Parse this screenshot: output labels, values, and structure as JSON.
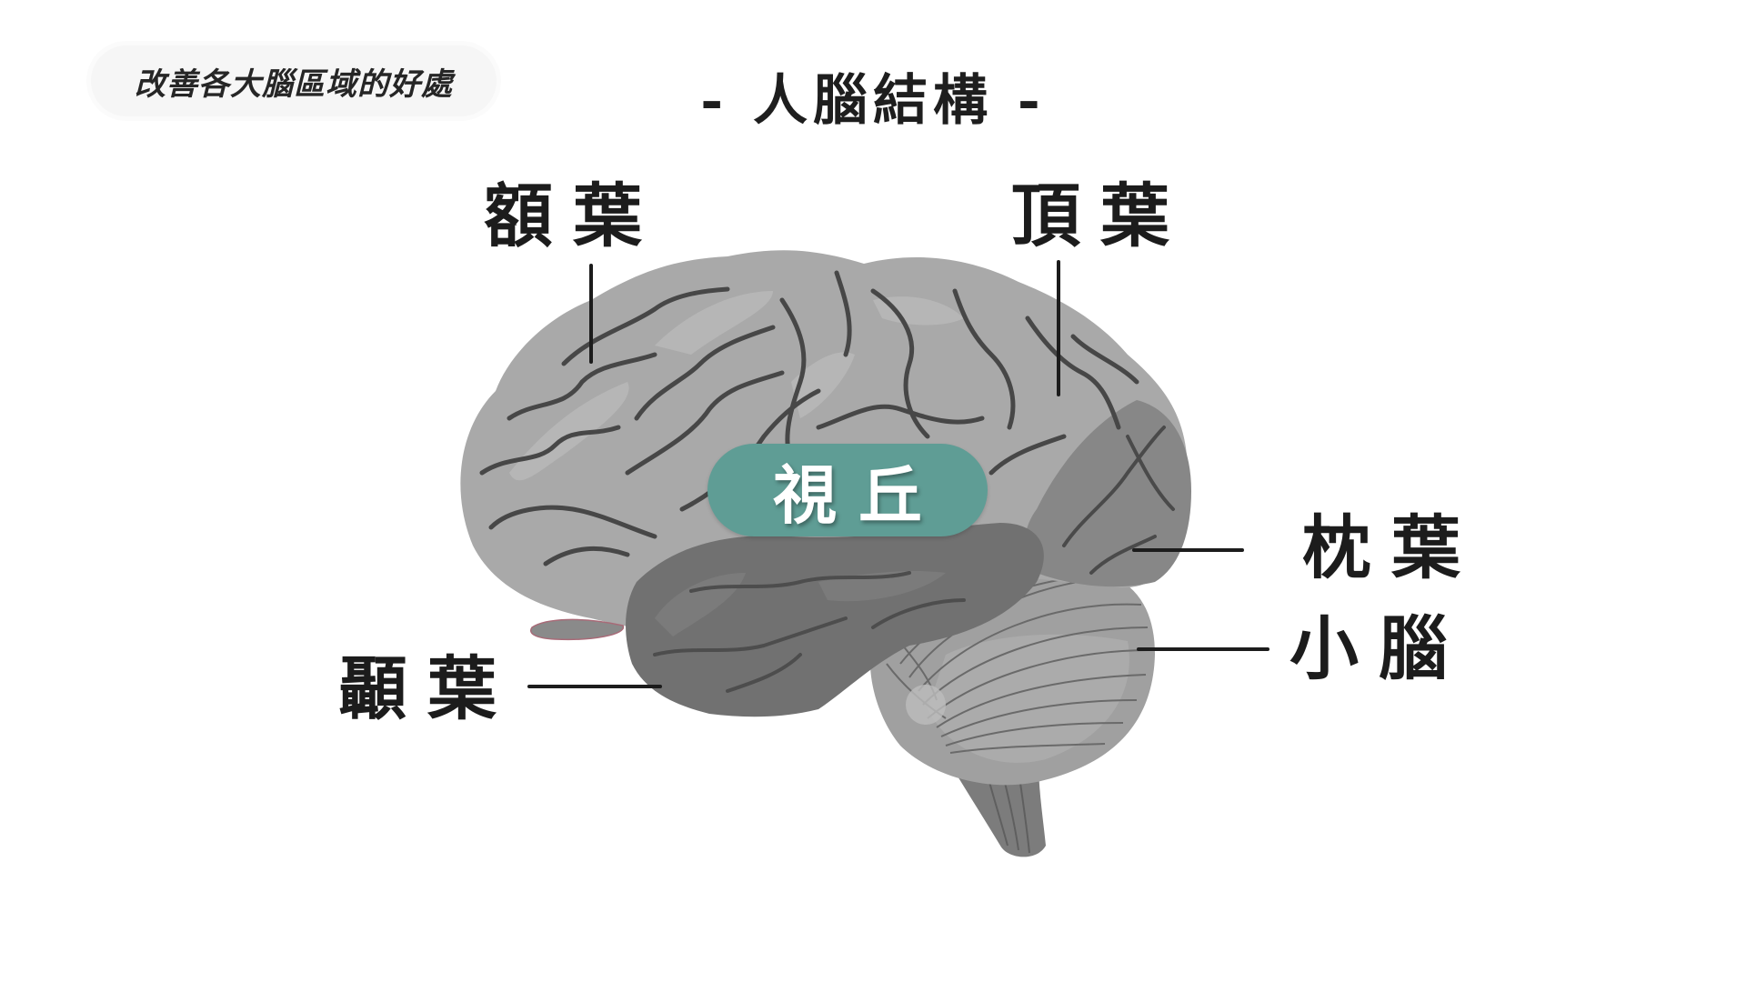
{
  "badge": {
    "label": "改善各大腦區域的好處"
  },
  "title": {
    "text": "- 人腦結構 -"
  },
  "diagram": {
    "subject": "human-brain-lateral-view",
    "colors": {
      "frontal_parietal_cortex": "#a9a9a9",
      "temporal_lobe": "#707070",
      "occipital_lobe": "#858585",
      "cerebellum": "#9e9e9e",
      "brainstem": "#7c7c7c",
      "sulci": "#4a4a4a",
      "label_text": "#1c1c1c",
      "thalamus_pill": "#5f9d95",
      "thalamus_text": "#ffffff"
    },
    "labels": {
      "frontal_lobe": "額葉",
      "parietal_lobe": "頂葉",
      "thalamus": "視丘",
      "occipital_lobe": "枕葉",
      "cerebellum": "小腦",
      "temporal_lobe": "顳葉"
    }
  }
}
